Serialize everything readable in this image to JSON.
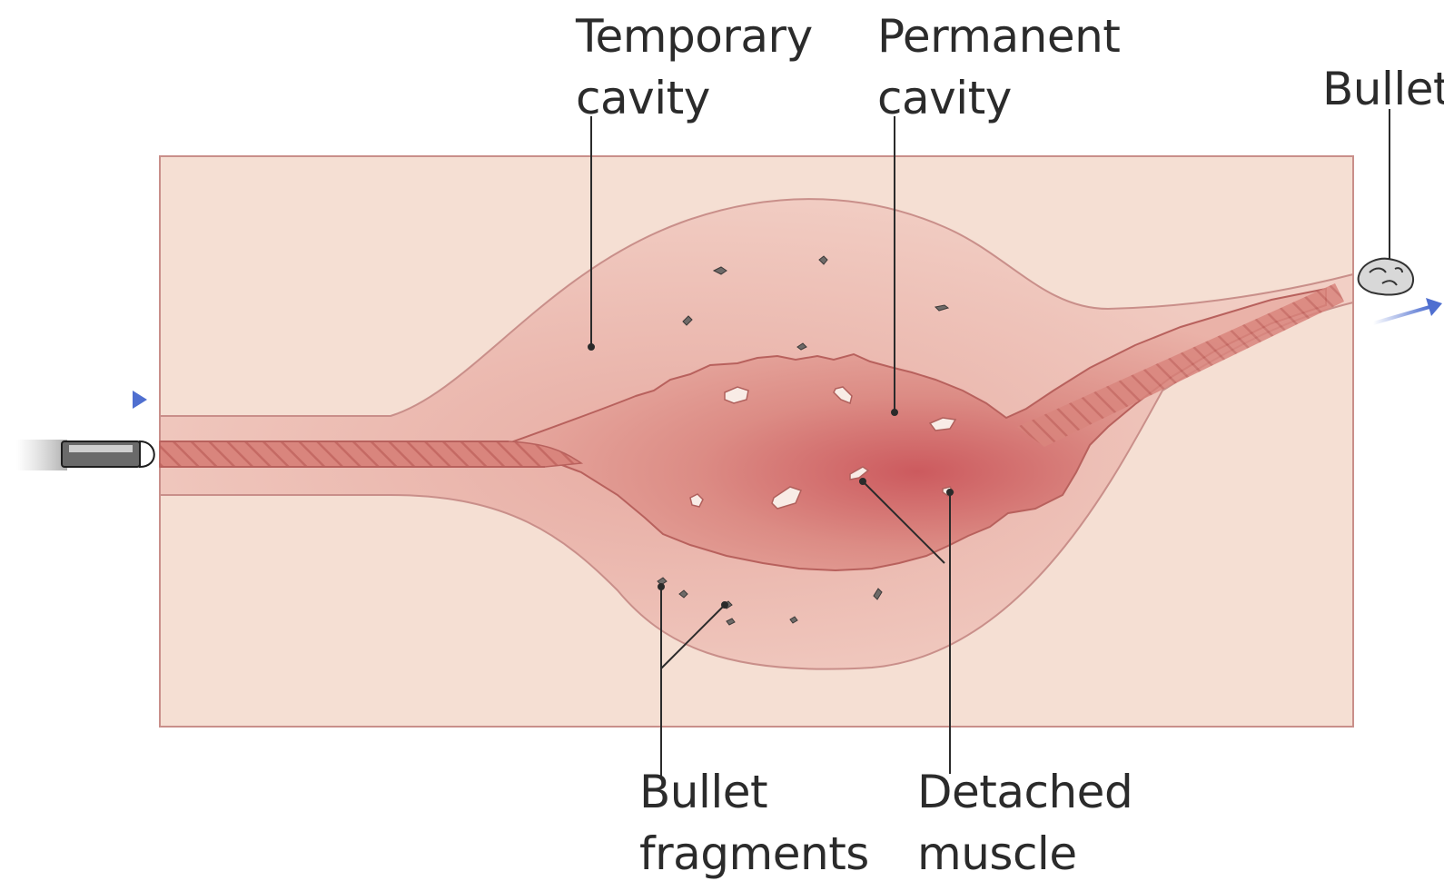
{
  "labels": {
    "temporary_cavity": {
      "line1": "Temporary",
      "line2": "cavity"
    },
    "permanent_cavity": {
      "line1": "Permanent",
      "line2": "cavity"
    },
    "bullet": "Bullet",
    "bullet_fragments": {
      "line1": "Bullet",
      "line2": "fragments"
    },
    "detached_muscle": {
      "line1": "Detached",
      "line2": "muscle"
    }
  },
  "colors": {
    "tissue_block": "#f5dfd3",
    "tissue_block_border": "#c98f8a",
    "temporary_cavity_fill": "#eab7ae",
    "permanent_cavity_fill": "#d9837c",
    "wound_tract": "#c8706a",
    "leader_line": "#2b2b2b",
    "motion_arrow": "#4f6fd0",
    "bullet": "#5a5a5a"
  }
}
